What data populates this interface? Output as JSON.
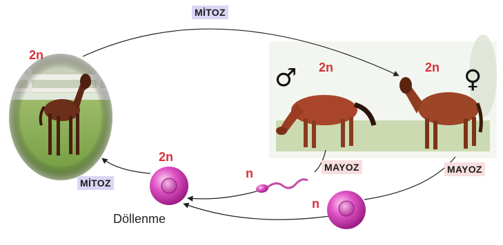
{
  "labels": {
    "mitoz_top": "MİTOZ",
    "mitoz_left": "MİTOZ",
    "mayoz_male": "MAYOZ",
    "mayoz_female": "MAYOZ",
    "foal_ploidy": "2n",
    "male_ploidy": "2n",
    "female_ploidy": "2n",
    "zygote_ploidy": "2n",
    "sperm_ploidy": "n",
    "egg_ploidy": "n",
    "fertilization": "Döllenme",
    "male_symbol": "♂",
    "female_symbol": "♀"
  },
  "colors": {
    "ploidy_text": "#d6303a",
    "mitoz_bg": "#d9d6f5",
    "mayoz_bg": "#f8dede",
    "cell": "#d63fb8",
    "horse": "#8a3d22",
    "grass": "#7fa64a"
  },
  "icons": [
    "foal-photo",
    "male-horse-photo",
    "female-horse-photo",
    "zygote-cell",
    "sperm-cell",
    "egg-cell",
    "male-symbol-icon",
    "female-symbol-icon"
  ]
}
